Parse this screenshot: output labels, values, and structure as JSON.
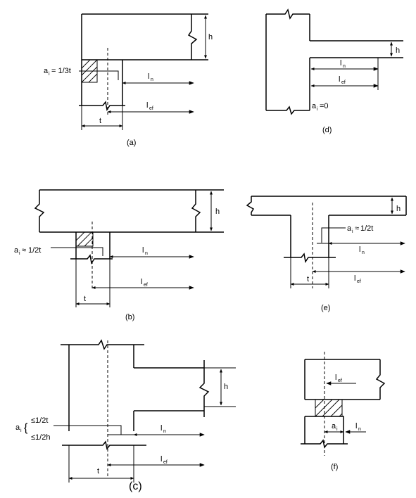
{
  "labels": {
    "h": "h",
    "t": "t",
    "l": "l",
    "a": "a",
    "n": "n",
    "ef": "ef",
    "i": "i"
  },
  "panel_a": {
    "caption": "(a)",
    "a_eq": "= 1/3t"
  },
  "panel_b": {
    "caption": "(b)",
    "a_eq": "1/2t"
  },
  "panel_c": {
    "caption": "(c)",
    "le1": "≤1/2t",
    "le2": "≤1/2h"
  },
  "panel_d": {
    "caption": "(d)",
    "a_eq": "=0"
  },
  "panel_e": {
    "caption": "(e)",
    "a_eq": "1/2t"
  },
  "panel_f": {
    "caption": "(f)"
  }
}
